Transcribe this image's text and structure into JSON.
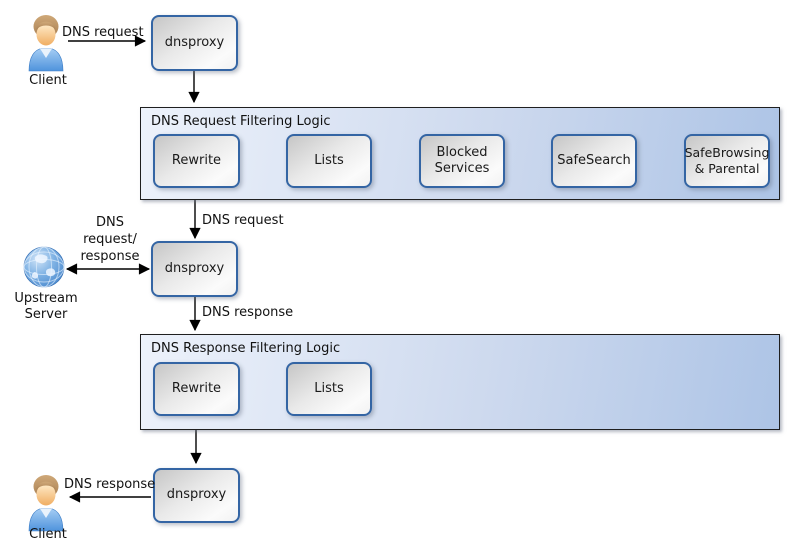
{
  "nodes": {
    "client_top": {
      "label": "Client"
    },
    "dnsproxy_ingress": {
      "label": "dnsproxy"
    },
    "dnsproxy_core": {
      "label": "dnsproxy"
    },
    "dnsproxy_egress": {
      "label": "dnsproxy"
    },
    "upstream_server": {
      "label": "Upstream\nServer"
    },
    "client_bottom": {
      "label": "Client"
    }
  },
  "containers": {
    "request_filtering": {
      "title": "DNS Request Filtering Logic",
      "steps": [
        {
          "label": "Rewrite"
        },
        {
          "label": "Lists"
        },
        {
          "label": "Blocked\nServices"
        },
        {
          "label": "SafeSearch"
        },
        {
          "label": "SafeBrowsing\n& Parental"
        }
      ]
    },
    "response_filtering": {
      "title": "DNS Response Filtering Logic",
      "steps": [
        {
          "label": "Rewrite"
        },
        {
          "label": "Lists"
        }
      ]
    }
  },
  "edges": {
    "client_request": "DNS request",
    "filtered_request": "DNS request",
    "upstream_exchange": "DNS\nrequest/\nresponse",
    "dns_response": "DNS response",
    "client_response": "DNS response"
  },
  "colors": {
    "node_border": "#3465a4",
    "container_border": "#1f1f1f",
    "container_fill_left": "#edf2fb",
    "container_fill_right": "#adc4e6",
    "arrow": "#000000"
  }
}
